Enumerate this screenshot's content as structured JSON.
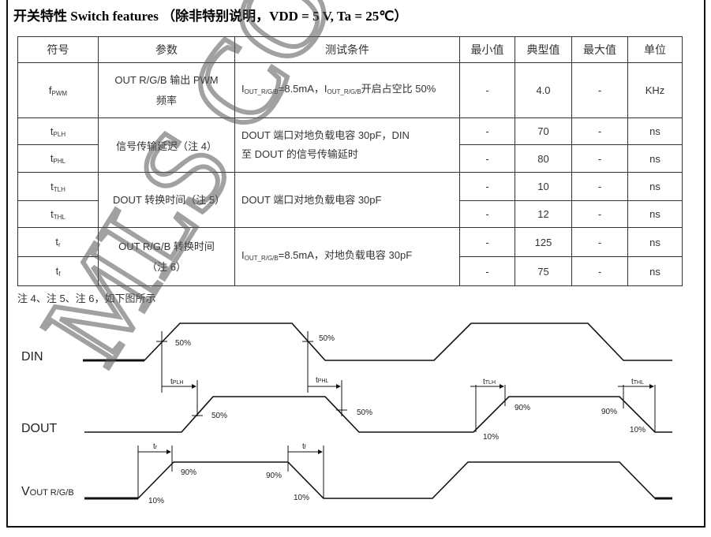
{
  "title": "开关特性 Switch features （除非特别说明，VDD = 5 V, Ta = 25℃）",
  "table": {
    "headers": [
      "符号",
      "参数",
      "测试条件",
      "最小值",
      "典型值",
      "最大值",
      "单位"
    ],
    "rows": [
      {
        "sym": "f",
        "sub": "PWM",
        "param": "OUT R/G/B 输出 PWM 频率",
        "cond_pre": "I",
        "cond_sub": "OUT_R/G/B",
        "cond": "=8.5mA，I",
        "cond_sub2": "OUT_R/G/B",
        "cond2": "开启占空比 50%",
        "min": "-",
        "typ": "4.0",
        "max": "-",
        "unit": "KHz"
      },
      {
        "sym": "t",
        "sub": "PLH",
        "param": "信号传输延迟（注 4）",
        "cond": "DOUT 端口对地负载电容 30pF，DIN 至 DOUT 的信号传输延时",
        "min": "-",
        "typ": "70",
        "max": "-",
        "unit": "ns"
      },
      {
        "sym": "t",
        "sub": "PHL",
        "min": "-",
        "typ": "80",
        "max": "-",
        "unit": "ns"
      },
      {
        "sym": "t",
        "sub": "TLH",
        "param": "DOUT 转换时间（注 5）",
        "cond": "DOUT 端口对地负载电容 30pF",
        "min": "-",
        "typ": "10",
        "max": "-",
        "unit": "ns"
      },
      {
        "sym": "t",
        "sub": "THL",
        "min": "-",
        "typ": "12",
        "max": "-",
        "unit": "ns"
      },
      {
        "sym": "t",
        "sub": "r",
        "param": "OUT R/G/B 转换时间（注 6）",
        "cond_pre": "I",
        "cond_sub": "OUT_R/G/B",
        "cond": "=8.5mA，对地负载电容 30pF",
        "min": "-",
        "typ": "125",
        "max": "-",
        "unit": "ns"
      },
      {
        "sym": "t",
        "sub": "f",
        "min": "-",
        "typ": "75",
        "max": "-",
        "unit": "ns"
      }
    ]
  },
  "note": "注 4、注 5、注 6，如下图所示",
  "diagram": {
    "signals": {
      "din": "DIN",
      "dout": "DOUT",
      "vout": "V",
      "vout_sub": "OUT R/G/B"
    },
    "labels": {
      "p50": "50%",
      "p90": "90%",
      "p10": "10%",
      "t": "t",
      "plh": "PLH",
      "phl": "PHL",
      "tlh": "TLH",
      "thl": "THL",
      "r": "r",
      "f": "f"
    }
  },
  "watermark": "MLS CO."
}
